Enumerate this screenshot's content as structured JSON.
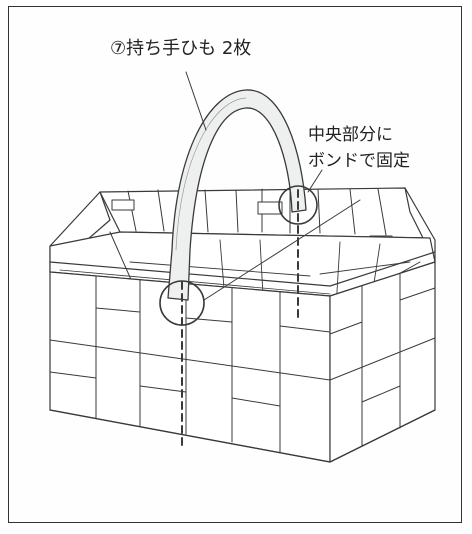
{
  "annotations": {
    "handle_label": "⑦持ち手ひも 2枚",
    "glue_label_line1": "中央部分に",
    "glue_label_line2": "ボンドで固定"
  },
  "colors": {
    "line": "#3a3a3a",
    "handle_fill": "#eef0ef",
    "frame": "#333333"
  },
  "icons": {
    "basket": "woven-basket-drawing",
    "handle": "handle-strap",
    "markers": "circle-highlight"
  }
}
